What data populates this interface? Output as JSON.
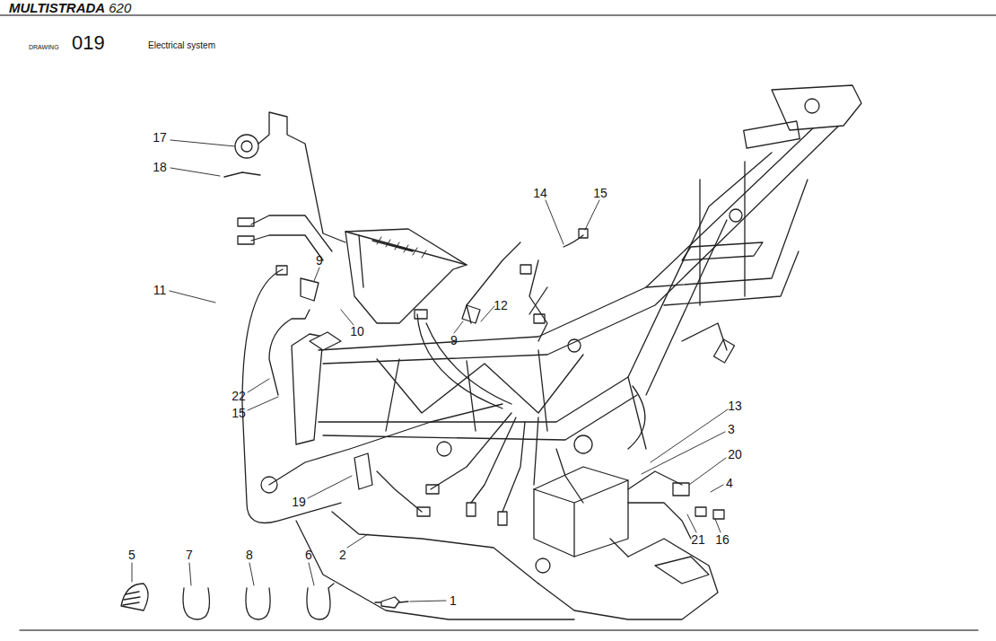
{
  "diagram": {
    "title": "Electrical system",
    "labels": [
      "MULTISTRADA",
      "620",
      "DRAWING",
      "019",
      "17",
      "18",
      "14",
      "15",
      "11",
      "9",
      "9",
      "12",
      "10",
      "22",
      "15",
      "13",
      "3",
      "20",
      "4",
      "21",
      "16",
      "19",
      "2",
      "5",
      "7",
      "8",
      "6",
      "1"
    ]
  }
}
